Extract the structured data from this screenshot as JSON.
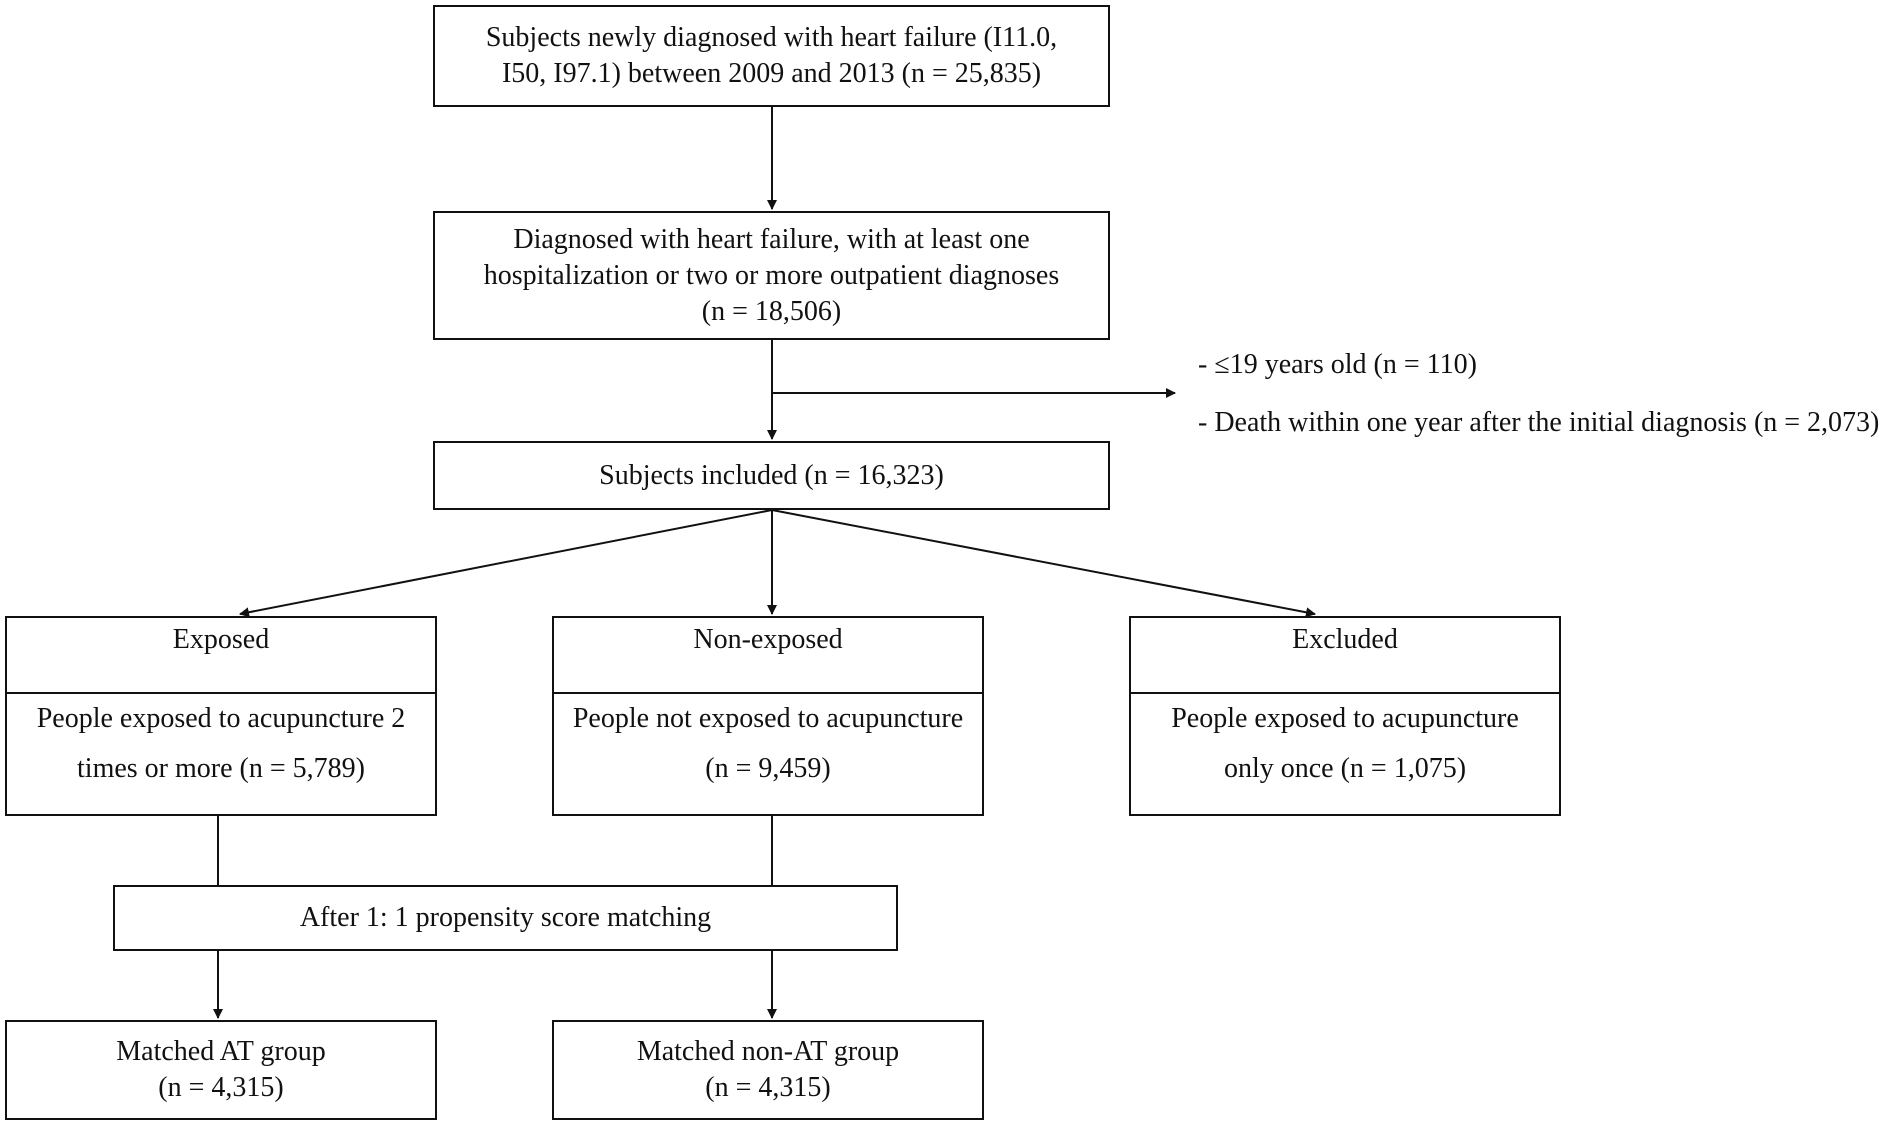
{
  "boxes": {
    "newly_diagnosed": {
      "line1": "Subjects newly diagnosed with heart failure (I11.0,",
      "line2": "I50, I97.1) between 2009 and 2013 (n = 25,835)"
    },
    "diagnosed_hf": {
      "line1": "Diagnosed with heart failure, with at least one",
      "line2": "hospitalization or two or more outpatient diagnoses",
      "line3": "(n = 18,506)"
    },
    "included": {
      "line1": "Subjects included (n = 16,323)"
    },
    "exposed": {
      "header": "Exposed",
      "line1": "People exposed to acupuncture 2",
      "line2": "times or more (n = 5,789)"
    },
    "non_exposed": {
      "header": "Non-exposed",
      "line1": "People not exposed to acupuncture",
      "line2": "(n = 9,459)"
    },
    "excluded": {
      "header": "Excluded",
      "line1": "People exposed to acupuncture",
      "line2": "only once (n = 1,075)"
    },
    "matching": {
      "line1": "After 1: 1 propensity score matching"
    },
    "matched_at": {
      "line1": "Matched AT group",
      "line2": "(n = 4,315)"
    },
    "matched_non_at": {
      "line1": "Matched non-AT group",
      "line2": "(n = 4,315)"
    }
  },
  "exclusions": {
    "item1": "- ≤19 years old (n = 110)",
    "item2": "- Death within one year after the initial diagnosis (n = 2,073)"
  }
}
